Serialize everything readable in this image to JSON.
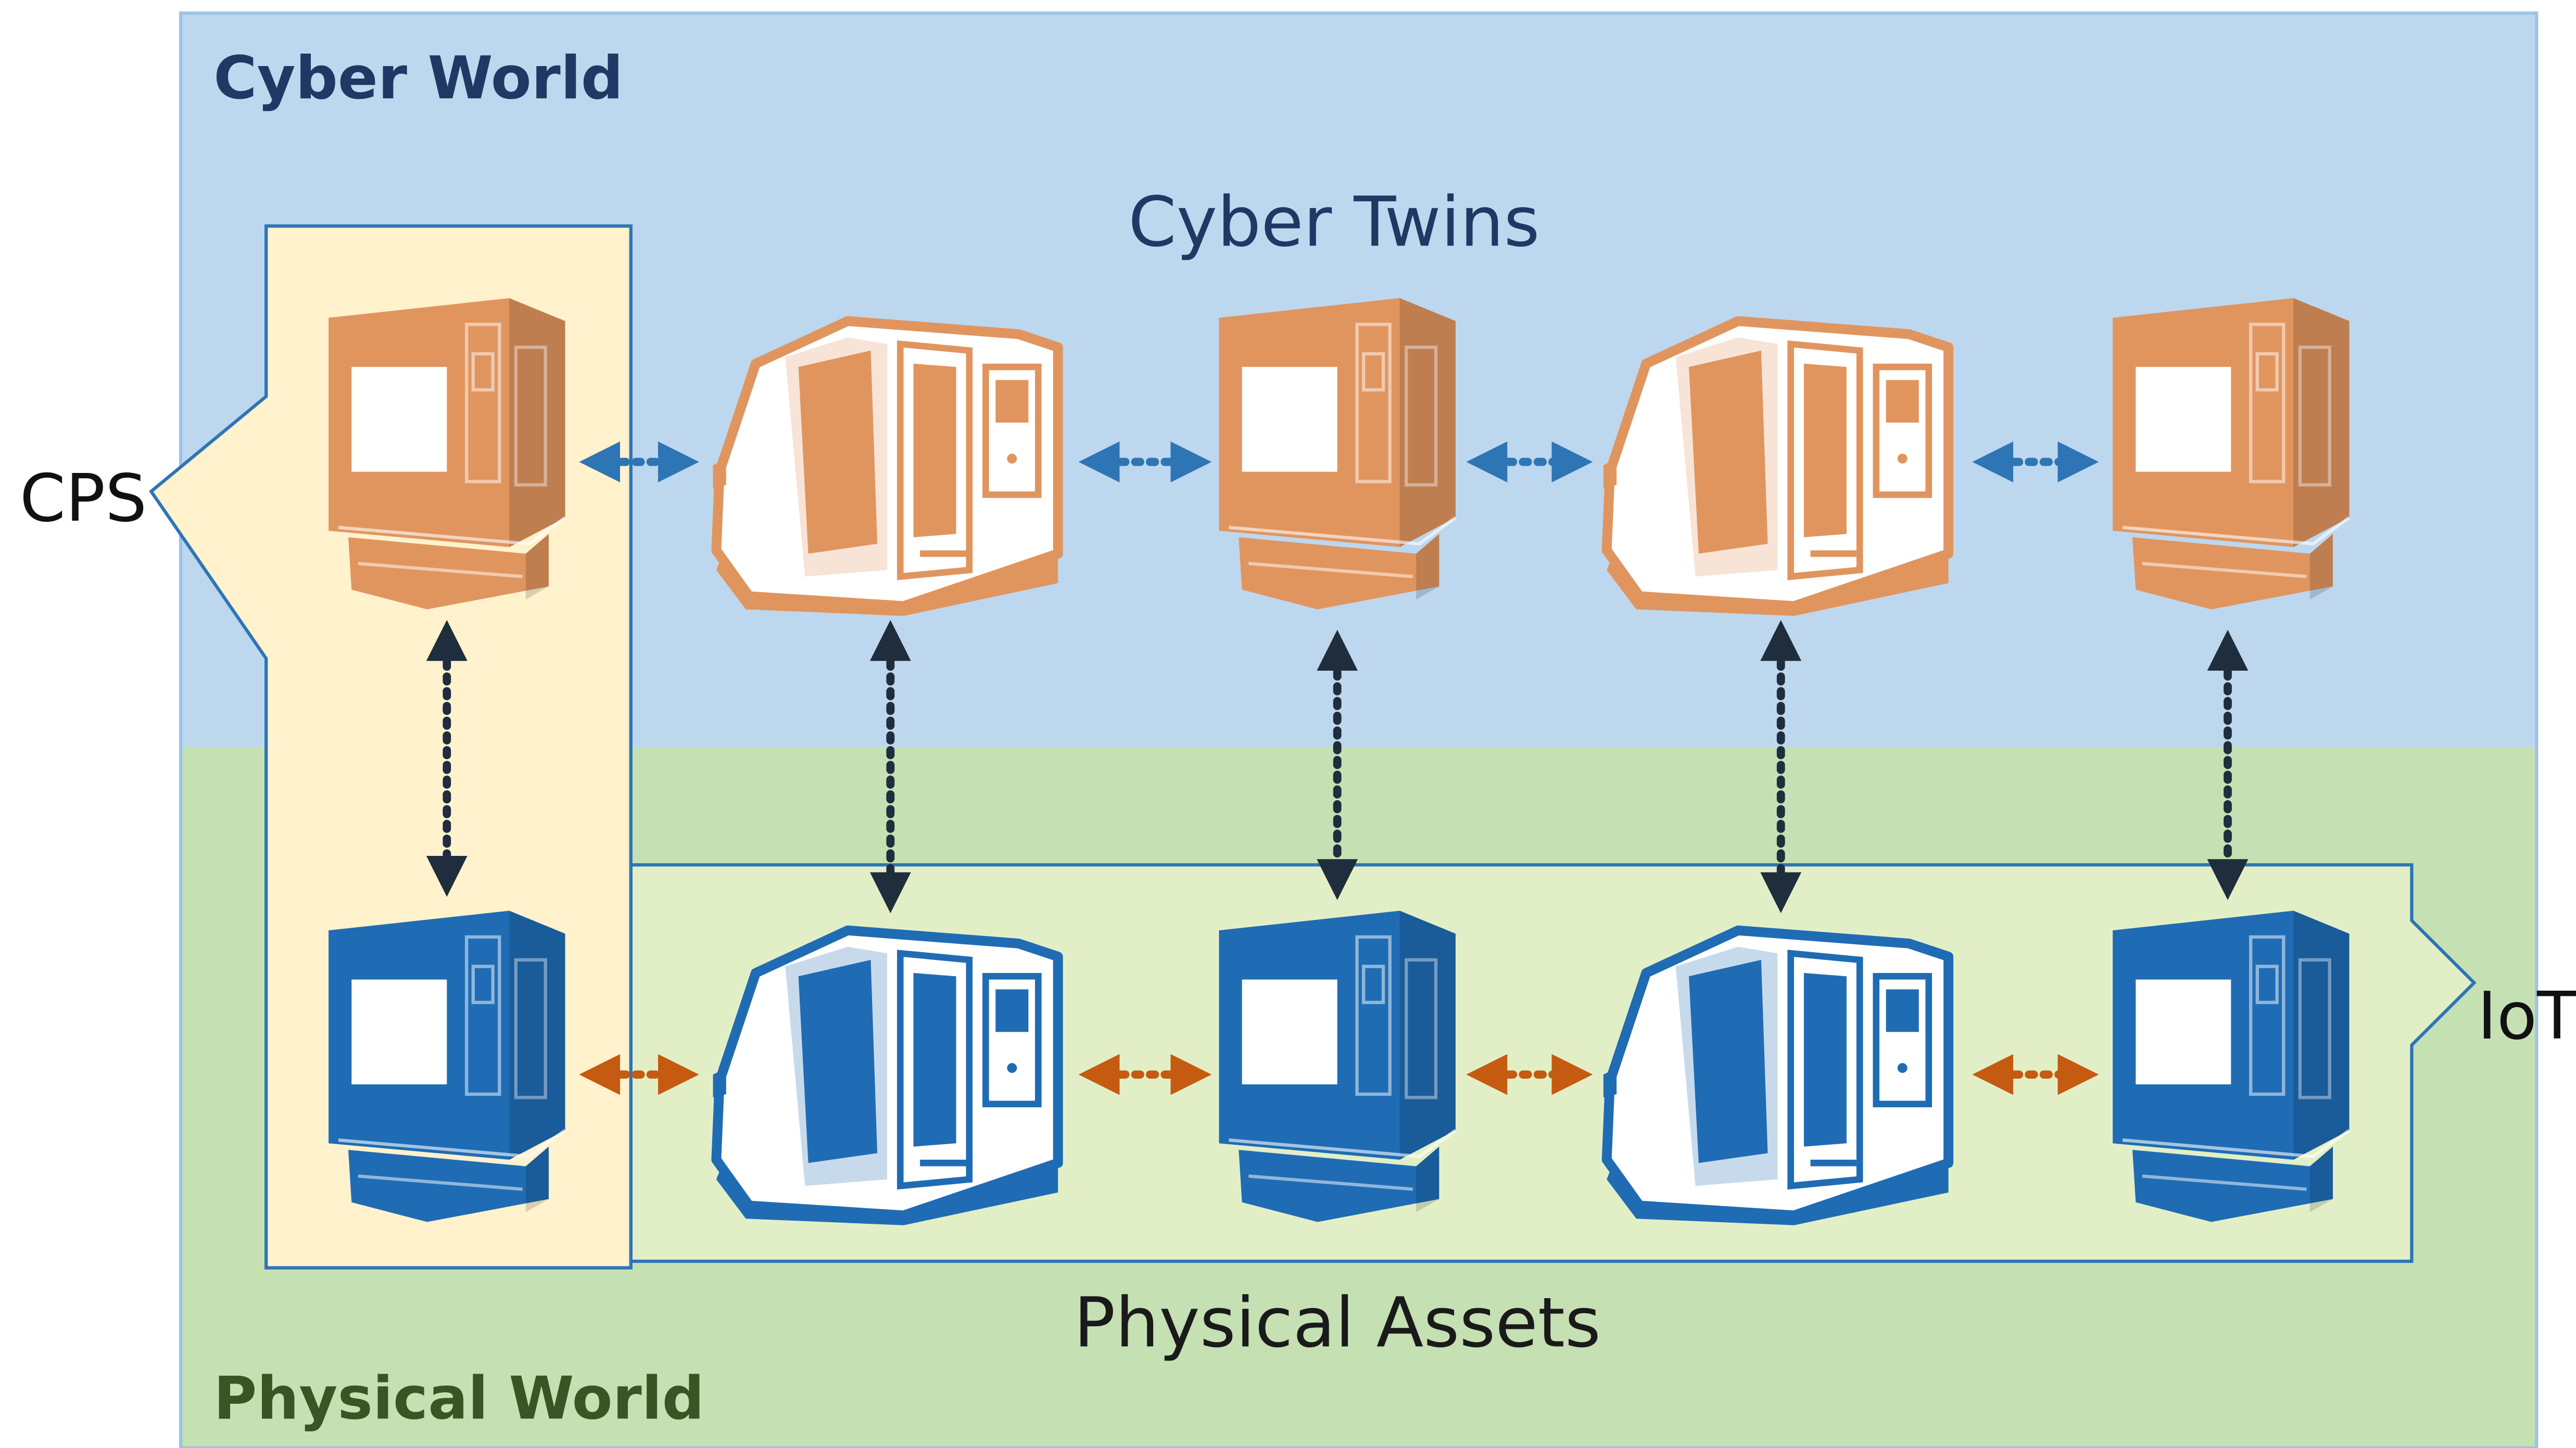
{
  "labels": {
    "cyber_world": "Cyber World",
    "physical_world": "Physical World",
    "cyber_twins": "Cyber Twins",
    "physical_assets": "Physical Assets",
    "cps": "CPS",
    "iot": "IoT"
  },
  "colors": {
    "cyber_world_bg": "#bdd7ee",
    "physical_world_bg": "#c5e0b3",
    "cps_box_bg": "#fff2cc",
    "iot_box_bg": "#e2efc6",
    "box_border": "#2e75b6",
    "world_label": "#1f3864",
    "physical_label": "#375623",
    "twin_machine": "#e0955f",
    "asset_machine": "#1f6cb4",
    "cyber_link": "#2e75b6",
    "physical_link": "#c55a11",
    "twin_link": "#1f2d3d"
  },
  "machines": {
    "cyber_twins": [
      "compact-cnc-machine-icon",
      "large-cnc-machine-icon",
      "compact-cnc-machine-icon",
      "large-cnc-machine-icon",
      "compact-cnc-machine-icon"
    ],
    "physical_assets": [
      "compact-cnc-machine-icon",
      "large-cnc-machine-icon",
      "compact-cnc-machine-icon",
      "large-cnc-machine-icon",
      "compact-cnc-machine-icon"
    ]
  }
}
